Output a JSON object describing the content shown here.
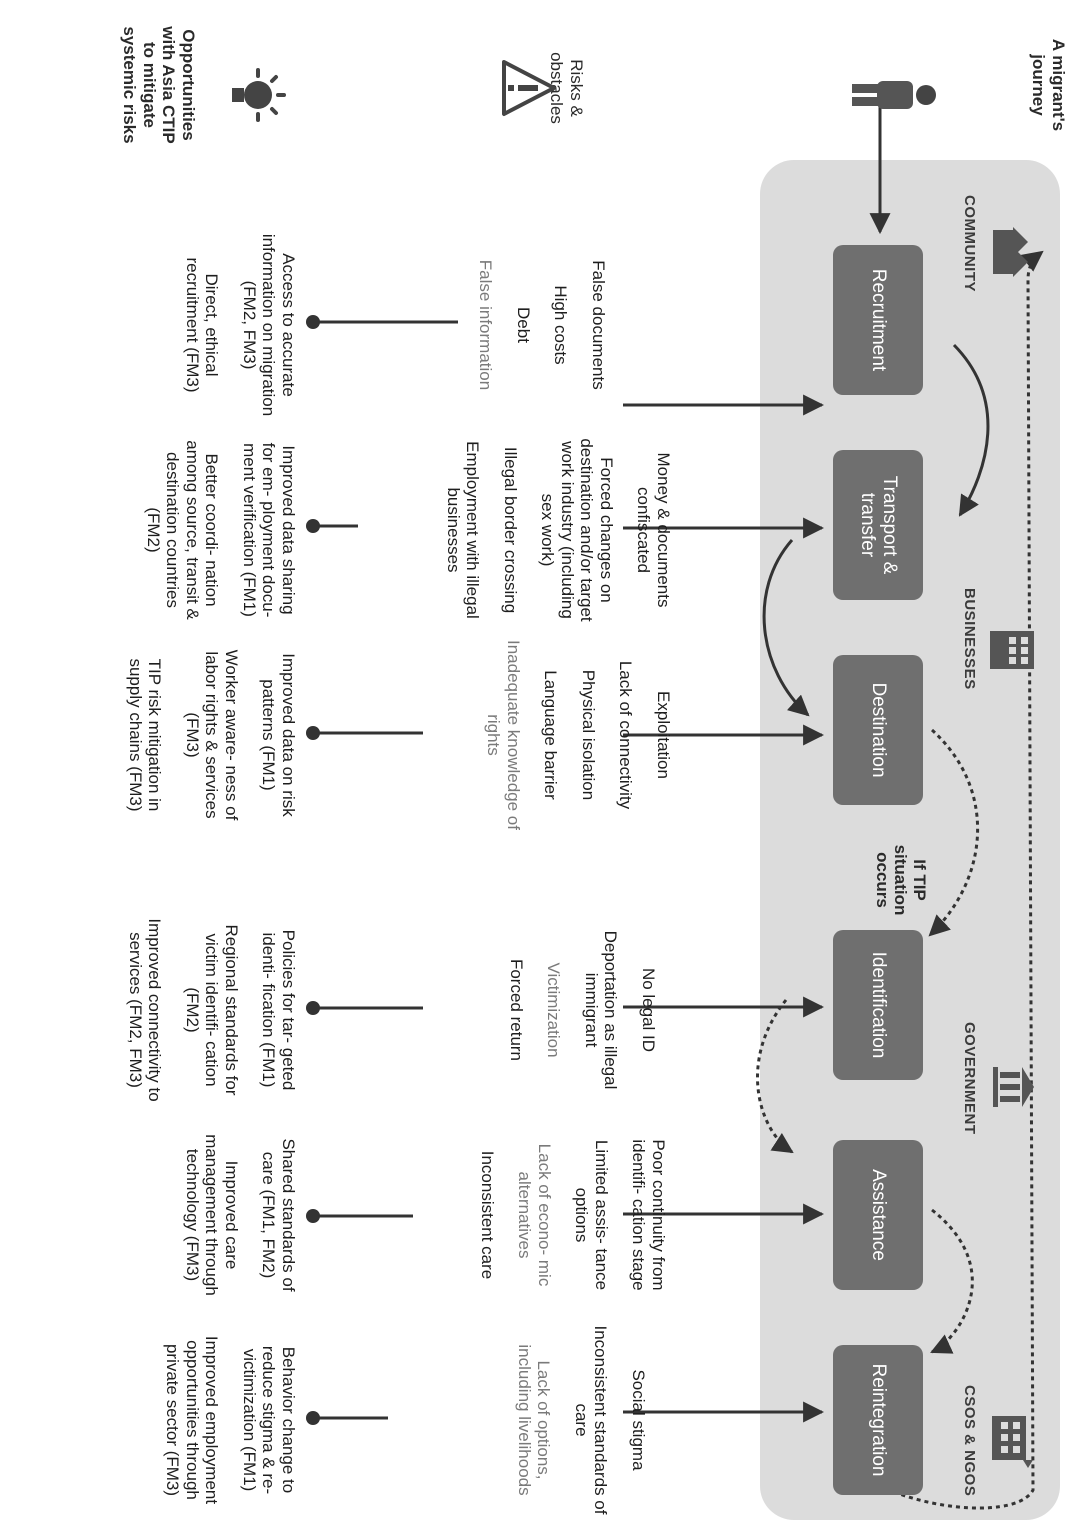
{
  "legend": {
    "journey": "A migrant's journey",
    "risks": "Risks & obstacles",
    "opportunities": "Opportunities with Asia CTIP to mitigate systemic risks"
  },
  "actors": {
    "community": "COMMUNITY",
    "businesses": "BUSINESSES",
    "government": "GOVERNMENT",
    "csos": "CSOS & NGOS"
  },
  "stages": [
    "Recruitment",
    "Transport & transfer",
    "Destination",
    "Identification",
    "Assistance",
    "Reintegration"
  ],
  "tip_note": "If TIP situation occurs",
  "risks": [
    [
      "False documents",
      "High costs",
      "Debt",
      "False information"
    ],
    [
      "Money & documents confiscated",
      "Forced changes on destination and/or target work industry (including sex work)",
      "Illegal border crossing",
      "Employment with illegal businesses"
    ],
    [
      "Exploitation",
      "Lack of connectivity",
      "Physical isolation",
      "Language barrier",
      "Inadequate knowledge of rights"
    ],
    [
      "No legal ID",
      "Deportation as illegal immigrant",
      "Victimization",
      "Forced return"
    ],
    [
      "Poor continuity from identifi- cation stage",
      "Limited assis- tance options",
      "Lack of econo- mic alternatives",
      "Inconsistent care"
    ],
    [
      "Social stigma",
      "Inconsistent standards of care",
      "Lack of options, including livelihoods"
    ]
  ],
  "opportunities": [
    [
      "Access to accurate information on migration (FM2, FM3)",
      "Direct, ethical recruitment (FM3)"
    ],
    [
      "Improved data sharing for em- ployment docu- ment verification (FM1)",
      "Better coordi- nation among source, transit & destination countries (FM2)"
    ],
    [
      "Improved data on risk patterns (FM1)",
      "Worker aware- ness of labor rights & services (FM3)",
      "TIP risk mitigation in supply chains (FM3)"
    ],
    [
      "Policies for tar- geted identi- fication (FM1)",
      "Regional standards for victim identifi- cation (FM2)",
      "Improved connectivity to services (FM2, FM3)"
    ],
    [
      "Shared standards of care (FM1, FM2)",
      "Improved care management through technology (FM3)"
    ],
    [
      "Behavior change to reduce stigma & re-victimization (FM1)",
      "Improved employment opportunities through private sector (FM3)"
    ]
  ]
}
